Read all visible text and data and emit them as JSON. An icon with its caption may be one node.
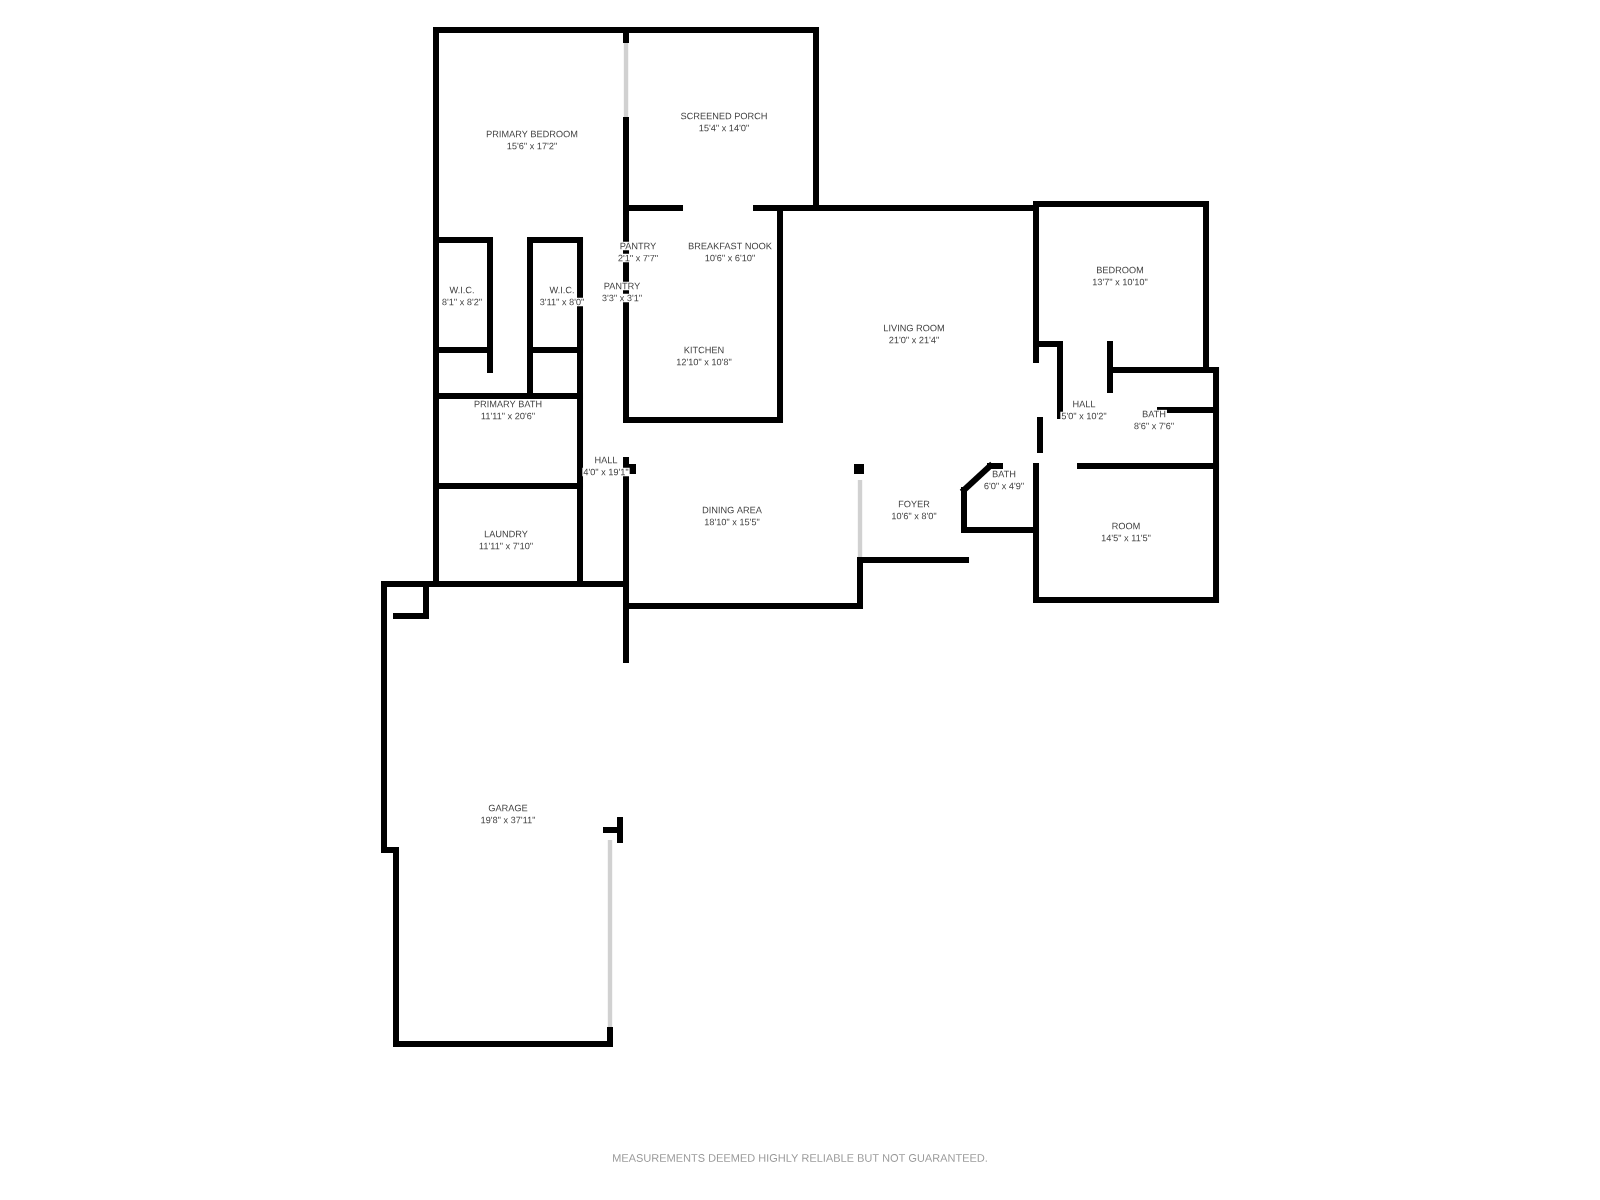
{
  "diagram": {
    "labels": [
      "PRIMARY BEDROOM",
      "15'6\" x 17'2\"",
      "SCREENED PORCH",
      "15'4\" x 14'0\"",
      "PANTRY",
      "2'1\" x 7'7\"",
      "BREAKFAST NOOK",
      "10'6\" x 6'10\"",
      "BEDROOM",
      "13'7\" x 10'10\"",
      "W.I.C.",
      "8'1\" x 8'2\"",
      "W.I.C.",
      "3'11\" x 8'0\"",
      "PANTRY",
      "3'3\" x 3'1\"",
      "LIVING ROOM",
      "21'0\" x 21'4\"",
      "KITCHEN",
      "12'10\" x 10'8\"",
      "PRIMARY BATH",
      "11'11\" x 20'6\"",
      "HALL",
      "5'0\" x 10'2\"",
      "BATH",
      "8'6\" x 7'6\"",
      "HALL",
      "4'0\" x 19'1\"",
      "BATH",
      "6'0\" x 4'9\"",
      "FOYER",
      "10'6\" x 8'0\"",
      "DINING AREA",
      "18'10\" x 15'5\"",
      "ROOM",
      "14'5\" x 11'5\"",
      "LAUNDRY",
      "11'11\" x 7'10\"",
      "GARAGE",
      "19'8\" x 37'11\"",
      "MEASUREMENTS DEEMED HIGHLY RELIABLE BUT NOT GUARANTEED."
    ]
  }
}
